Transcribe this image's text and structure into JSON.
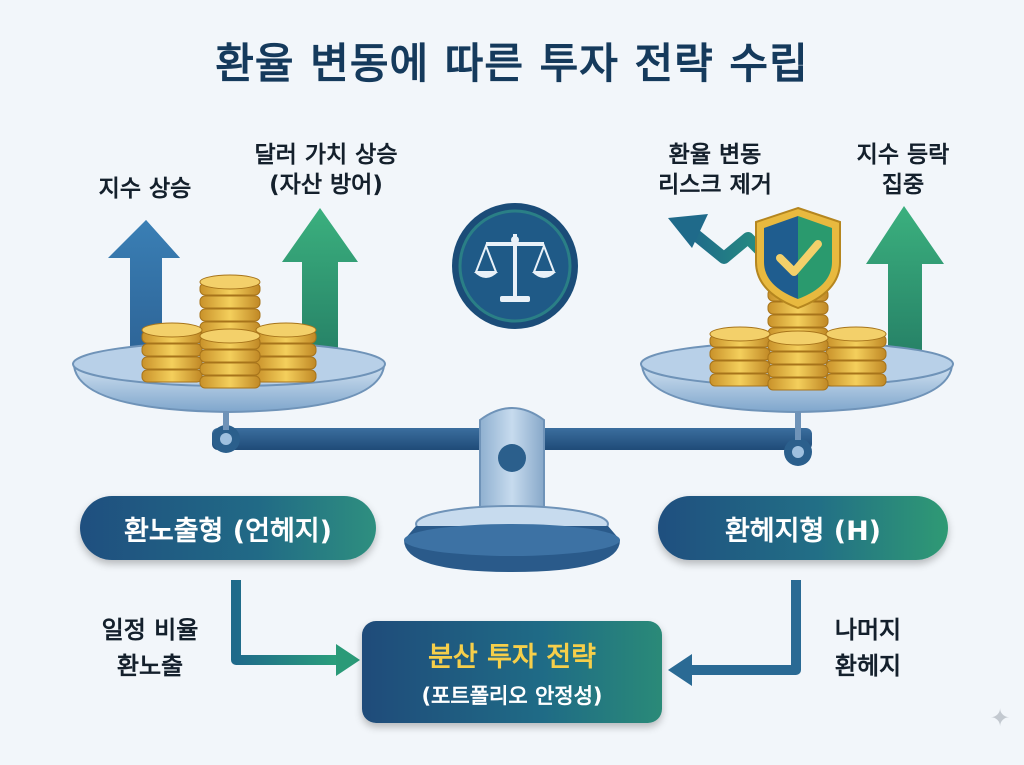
{
  "title": "환율 변동에 따른 투자 전략 수립",
  "left": {
    "label_index_up": "지수 상승",
    "label_dollar_line1": "달러 가치 상승",
    "label_dollar_line2": "(자산 방어)",
    "pill": "환노출형 (언헤지)",
    "bottom_line1": "일정 비율",
    "bottom_line2": "환노출"
  },
  "right": {
    "label_fx_line1": "환율 변동",
    "label_fx_line2": "리스크 제거",
    "label_index_line1": "지수 등락",
    "label_index_line2": "집중",
    "pill": "환헤지형 (H)",
    "bottom_line1": "나머지",
    "bottom_line2": "환헤지"
  },
  "center": {
    "strategy_line1": "분산 투자 전략",
    "strategy_line2": "(포트폴리오 안정성)"
  },
  "icons": {
    "top_center": "balance-scale-icon",
    "shield": "shield-check-icon",
    "sparkle": "sparkle-icon"
  },
  "colors": {
    "navy": "#1f4f7f",
    "teal": "#2e8f7f",
    "green": "#2f9a74",
    "gold": "#e3b33a",
    "title": "#153a5c"
  }
}
